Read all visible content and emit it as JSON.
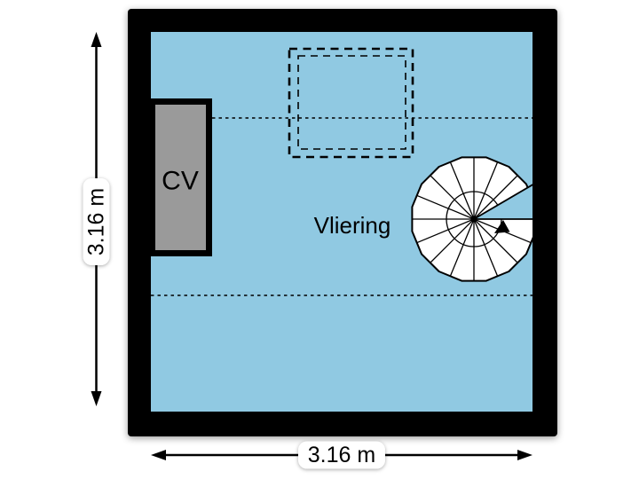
{
  "plan": {
    "room": {
      "name": "Vliering"
    },
    "closet": {
      "label": "CV"
    },
    "dimensions": {
      "width": {
        "label": "3.16 m",
        "value_m": 3.16,
        "orientation": "horizontal"
      },
      "height": {
        "label": "3.16 m",
        "value_m": 3.16,
        "orientation": "vertical"
      }
    },
    "fixtures": {
      "spiral_staircase": "spiral-staircase-icon",
      "stair_direction_arrow": "stair-direction-arrow-icon",
      "skylight": "dashed-skylight-outline",
      "ceiling_height_lines": "dotted-ceiling-height-lines"
    },
    "colors": {
      "floor": "#90c9e2",
      "wall": "#000000",
      "closet_fill": "#9a9a9a",
      "stair_fill": "#ffffff",
      "label_box_bg": "#ffffff",
      "line": "#000000"
    }
  }
}
